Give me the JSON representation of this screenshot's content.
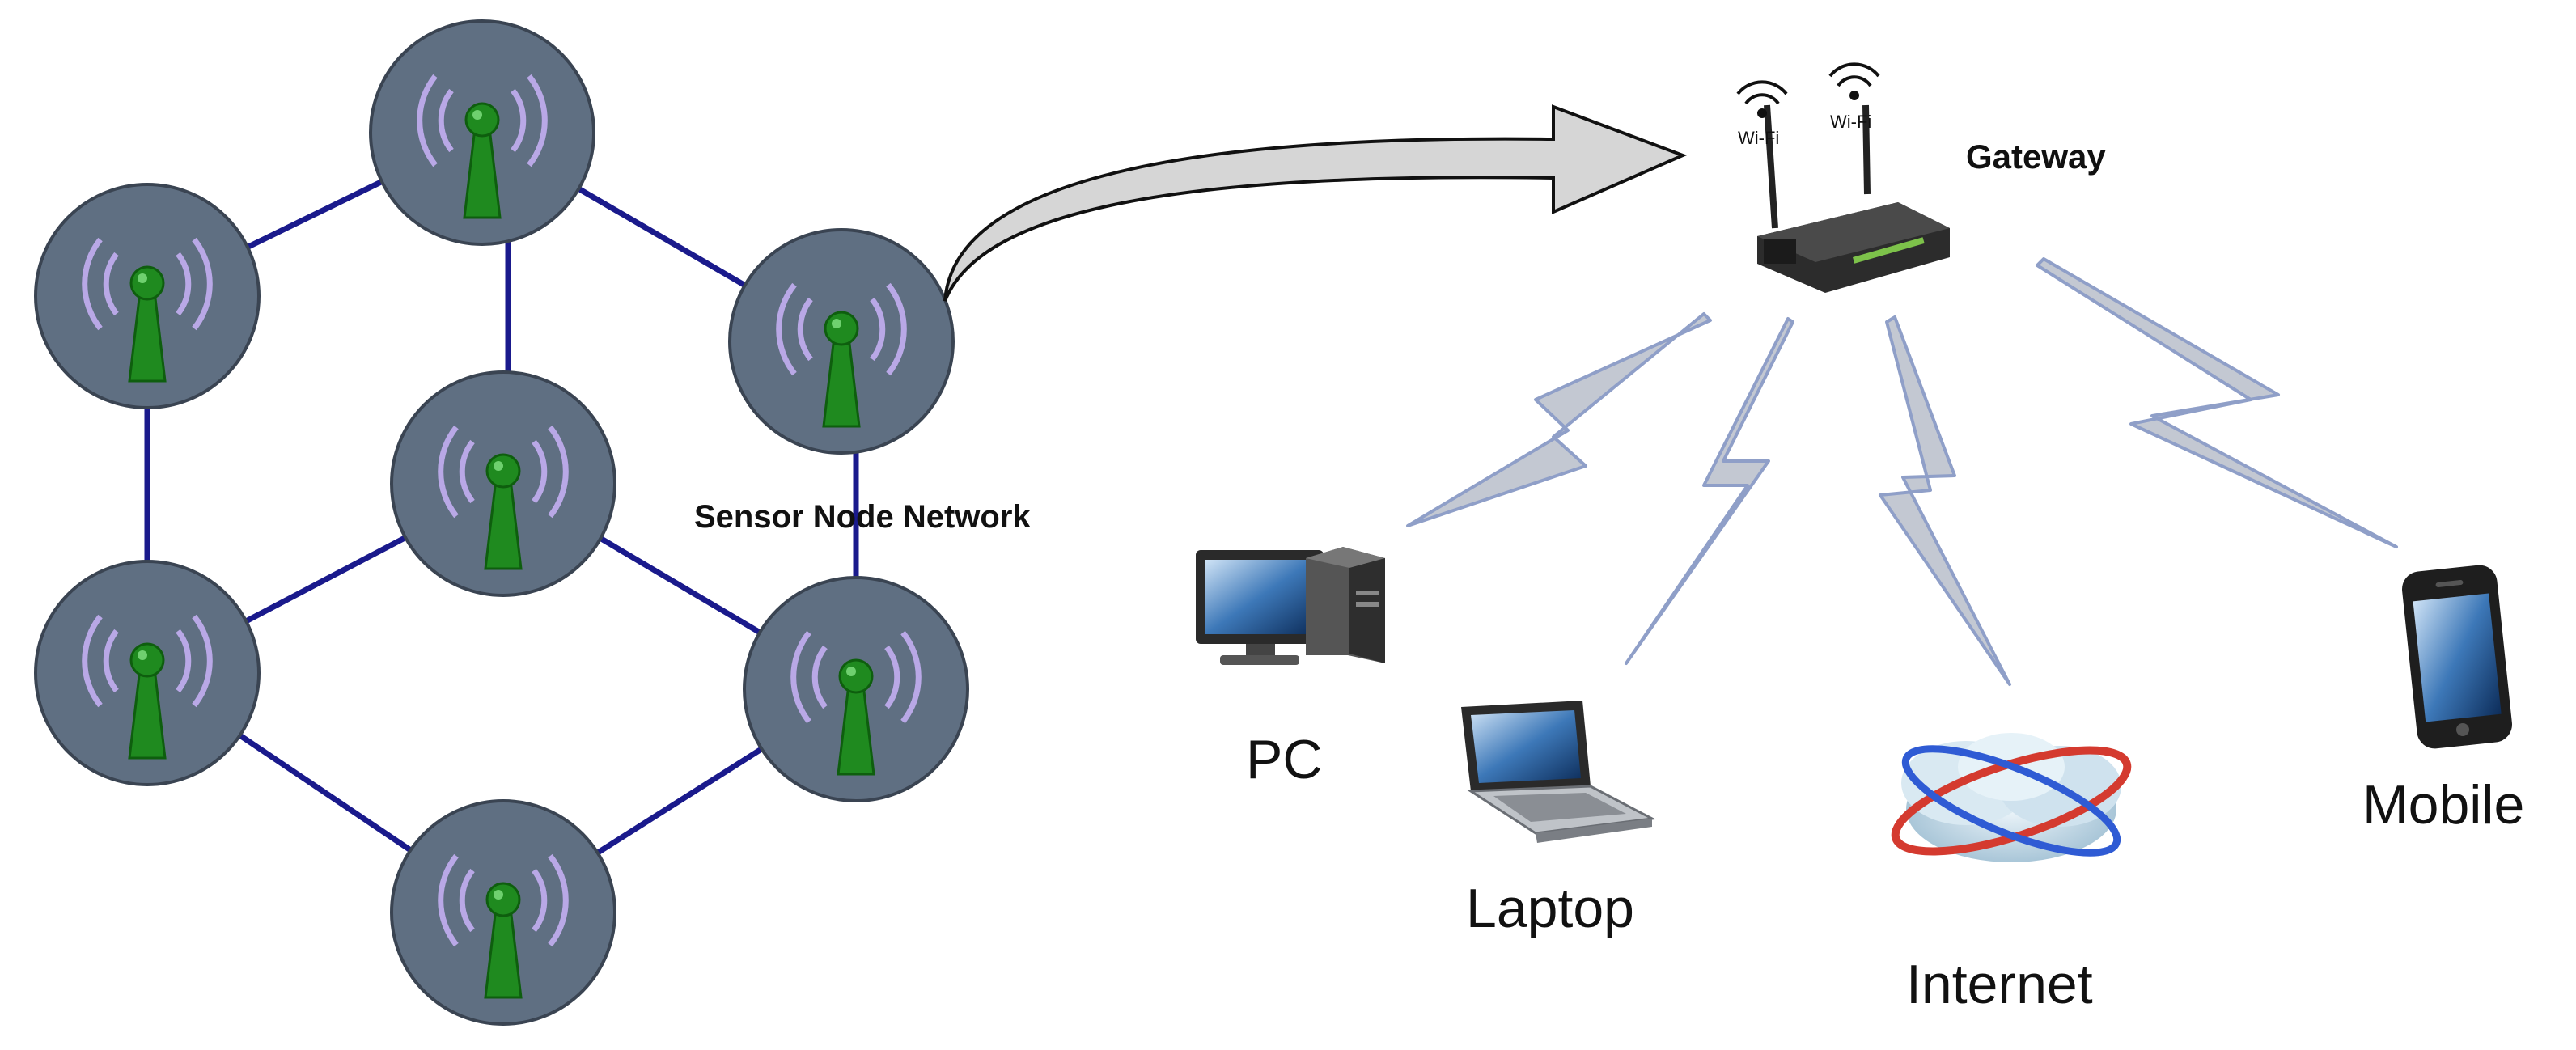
{
  "labels": {
    "sensor_network": "Sensor Node Network",
    "gateway": "Gateway",
    "wifi_left": "Wi-Fi",
    "wifi_right": "Wi-Fi",
    "pc": "PC",
    "laptop": "Laptop",
    "internet": "Internet",
    "mobile": "Mobile"
  },
  "colors": {
    "node_fill": "#5f6f82",
    "node_stroke": "#3a4452",
    "antenna": "#1f8a1f",
    "antenna_dark": "#0e5e0e",
    "wave": "#b9a8e6",
    "link": "#1a1a8c",
    "arrow_fill": "#d6d6d6",
    "lightning": "#c3c8d2",
    "lightning_stroke": "#8f9fc8"
  }
}
